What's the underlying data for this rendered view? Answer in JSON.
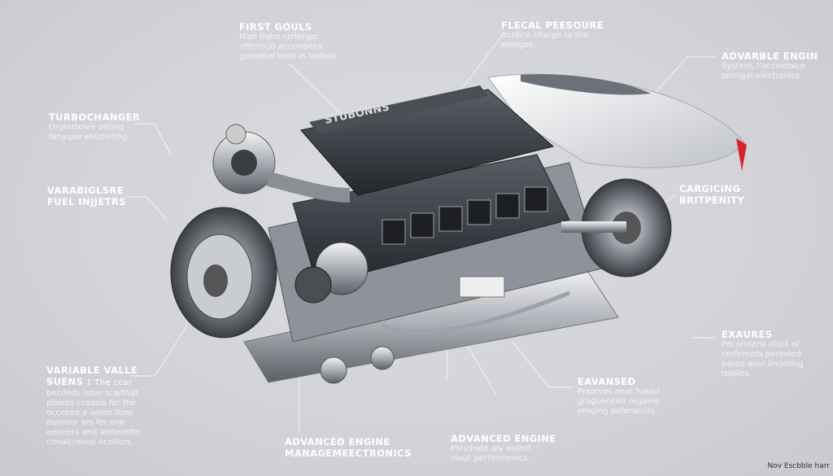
{
  "labels": {
    "first_gouls": {
      "title": "FIRST GOULS",
      "lines": [
        "Nish tlqhe crrferger",
        "offerloub  accunanes",
        "gomphel tonit in loction"
      ]
    },
    "flecal_pressure": {
      "title": "FLECAL PEESOURE",
      "lines": [
        "Ircotice charge to the",
        "eenlges."
      ]
    },
    "advarble_engin": {
      "title": "ADVARBLE ENGIN",
      "lines": [
        "System, l'accnetaice",
        "prorigal electronics."
      ]
    },
    "turbochanger": {
      "title": "TURBOCHANGER",
      "lines": [
        "Drgrertelve deting",
        "fahyque electleting."
      ]
    },
    "fuel_injectors": {
      "title": "VARABIGLSRE",
      "title2": "FUEL INJJETRS"
    },
    "cargicing": {
      "title": "CARGICING",
      "title2": "BRITPENITY"
    },
    "variable_valve": {
      "title": "VARIABLE VALLE",
      "title2": "SUENS :",
      "inline": "The ccar",
      "lines": [
        "becdeds inter scarthat",
        "phores cceasis for the",
        "occesed a unioo ftiop",
        "ouroour ars  fer  one",
        "oeocess and lenterotte",
        "conalcrainqi ocetlors."
      ]
    },
    "advanced_mgmt": {
      "title": "ADVANCED ENGINE",
      "title2": "MANAGEMEECTRONICS"
    },
    "advanced_engine": {
      "title": "ADVANCED ENGINE",
      "lines": [
        "Porichate aly eefect",
        "viour performenics."
      ]
    },
    "eavansed": {
      "title": "EAVANSED",
      "lines": [
        "Prsorves enat hated",
        "graguenced regaine",
        "emging peferancrs."
      ]
    },
    "exaures": {
      "title": "EXAURES",
      "lines": [
        "Pecormens oluct of",
        "cerfemets perioned",
        "pared anul lindeting",
        "rbplies."
      ]
    }
  },
  "engine_badge": "STUBONNS",
  "credit": "Nov Escbble harr",
  "colors": {
    "background": "#d3d4d8",
    "accent_red": "#d9232a",
    "engine_dark": "#33363c"
  }
}
